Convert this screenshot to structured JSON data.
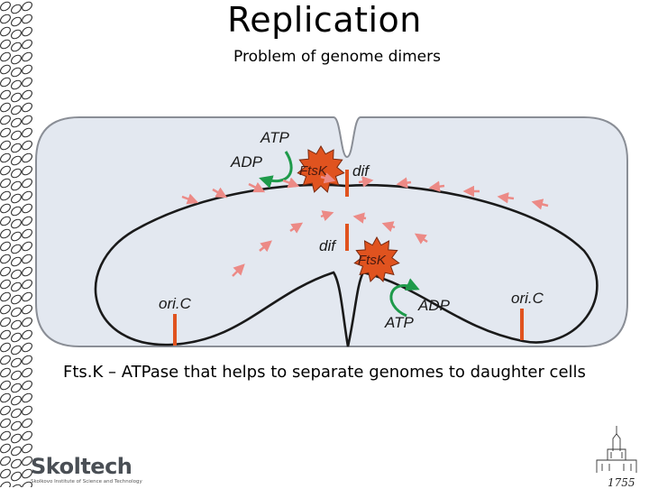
{
  "slide": {
    "title": "Replication",
    "subtitle": "Problem of genome dimers",
    "caption": "Fts.K – ATPase that helps to separate genomes to daughter cells"
  },
  "diagram": {
    "labels": {
      "atp_top": "ATP",
      "adp_top": "ADP",
      "ftsk_top": "FtsK",
      "dif_top": "dif",
      "dif_bottom": "dif",
      "ftsk_bottom": "FtsK",
      "adp_bottom": "ADP",
      "atp_bottom": "ATP",
      "oric_left": "ori.C",
      "oric_right": "ori.C"
    },
    "colors": {
      "cell_fill": "#e3e8f0",
      "cell_stroke": "#8a8e96",
      "chromosome": "#1a1a1a",
      "marker": "#e0531f",
      "starburst": "#e0531f",
      "arrow_pink": "#ec8a86",
      "arrow_green": "#1e9a4a"
    }
  },
  "logo": {
    "name_a": "Skol",
    "name_b": "tech",
    "tagline": "Skolkovo Institute of Science and Technology"
  },
  "emblem": {
    "year": "1755"
  }
}
